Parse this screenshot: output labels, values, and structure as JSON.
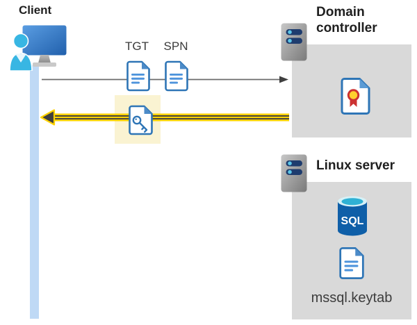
{
  "client": {
    "label": "Client"
  },
  "request_flow": {
    "tgt_label": "TGT",
    "spn_label": "SPN"
  },
  "domain_controller": {
    "label": "Domain controller"
  },
  "linux_server": {
    "label": "Linux server",
    "sql_badge": "SQL",
    "keytab_filename": "mssql.keytab"
  },
  "colors": {
    "arrow_yellow": "#ffd200",
    "arrow_dark": "#3f3f3f",
    "request_arrow_gray": "#6b6b6b",
    "highlight_yellow": "#faf3d2",
    "panel_gray": "#d9d9d9",
    "icon_blue": "#2e75b6",
    "lifeline_blue": "#bfd9f5",
    "person_cyan": "#38b6e3",
    "sql_blue": "#0f5fa8",
    "cert_red": "#cc3232",
    "cert_gold": "#ffd02e",
    "server_bar_navy": "#1e3c6e"
  }
}
